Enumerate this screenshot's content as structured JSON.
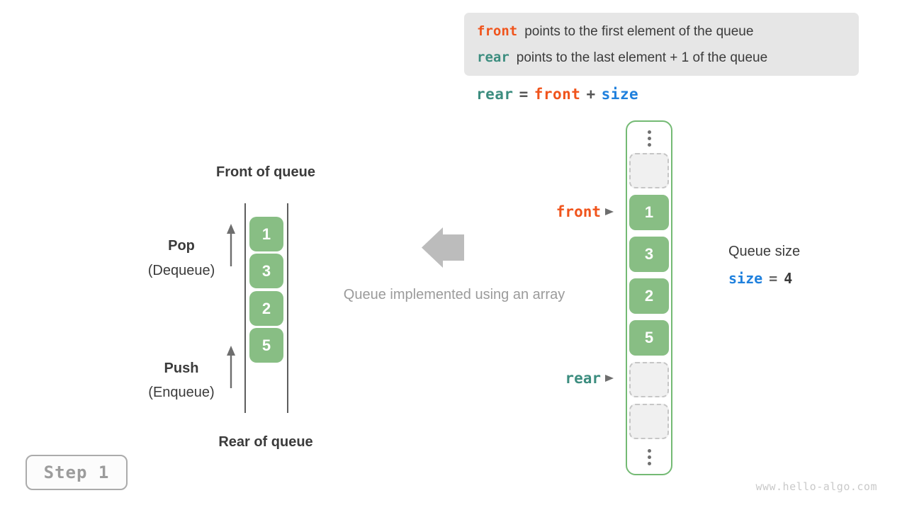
{
  "colors": {
    "front_keyword": "#f0541c",
    "rear_keyword": "#3c8d7f",
    "size_keyword": "#1f80dd",
    "cell_fill": "#88be84",
    "container_border": "#74ba74",
    "text_dark": "#3b3b3b",
    "muted_gray": "#9b9b9b",
    "big_arrow_gray": "#bcbcbc"
  },
  "info_box": {
    "lines": [
      {
        "keyword": "front",
        "text": "points to the first element of the queue"
      },
      {
        "keyword": "rear",
        "text": "points to the last element + 1 of the queue"
      }
    ]
  },
  "equation": {
    "lhs": "rear",
    "eq": "=",
    "term1": "front",
    "plus": "+",
    "term2": "size"
  },
  "stack_diagram": {
    "front_title": "Front of queue",
    "rear_title": "Rear of queue",
    "pop_title": "Pop",
    "pop_subtitle": "(Dequeue)",
    "push_title": "Push",
    "push_subtitle": "(Enqueue)",
    "values": [
      "1",
      "3",
      "2",
      "5"
    ]
  },
  "middle": {
    "caption": "Queue implemented using an array"
  },
  "array_diagram": {
    "front_pointer": "front",
    "rear_pointer": "rear",
    "cells": [
      {
        "type": "empty",
        "value": ""
      },
      {
        "type": "filled",
        "value": "1"
      },
      {
        "type": "filled",
        "value": "3"
      },
      {
        "type": "filled",
        "value": "2"
      },
      {
        "type": "filled",
        "value": "5"
      },
      {
        "type": "empty",
        "value": ""
      },
      {
        "type": "empty",
        "value": ""
      }
    ]
  },
  "size_info": {
    "label": "Queue size",
    "variable": "size",
    "eq": "=",
    "value": "4"
  },
  "step_badge": {
    "label": "Step 1"
  },
  "watermark": {
    "text": "www.hello-algo.com"
  }
}
